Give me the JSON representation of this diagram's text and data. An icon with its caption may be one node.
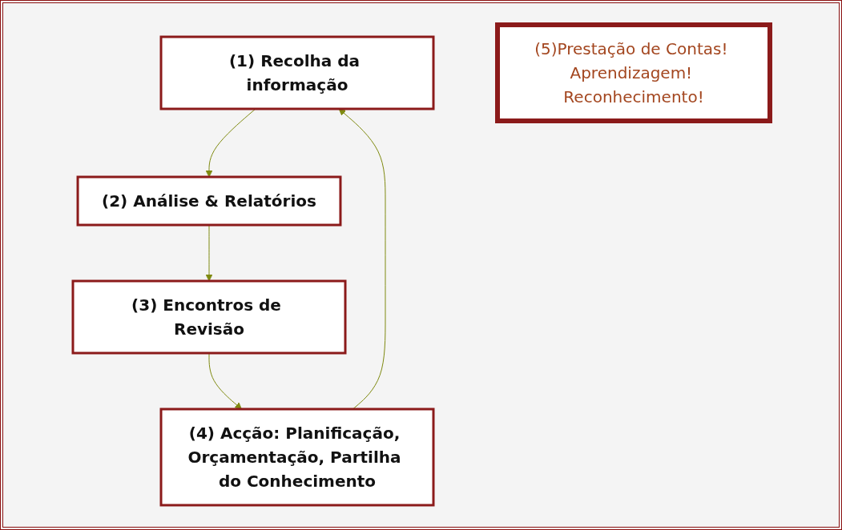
{
  "diagram": {
    "nodes": [
      {
        "text": [
          "(1) Recolha da informação"
        ]
      },
      {
        "text": [
          "(2) Análise & Relatórios"
        ]
      },
      {
        "text": [
          "(3) Encontros de Revisão"
        ]
      },
      {
        "text": [
          "(4) Acção: Planificação, Orçamentação, Partilha do Conhecimento"
        ]
      },
      {
        "text": [
          "(5)Prestação de Contas! Aprendizagem! Reconhecimento!"
        ]
      }
    ],
    "edges": [
      {
        "from": 0,
        "to": 1,
        "arrow": "to"
      },
      {
        "from": 1,
        "to": 2,
        "arrow": "to"
      },
      {
        "from": 2,
        "to": 3,
        "arrow": "to"
      },
      {
        "from": 3,
        "to": 0,
        "arrow": "to"
      }
    ]
  }
}
